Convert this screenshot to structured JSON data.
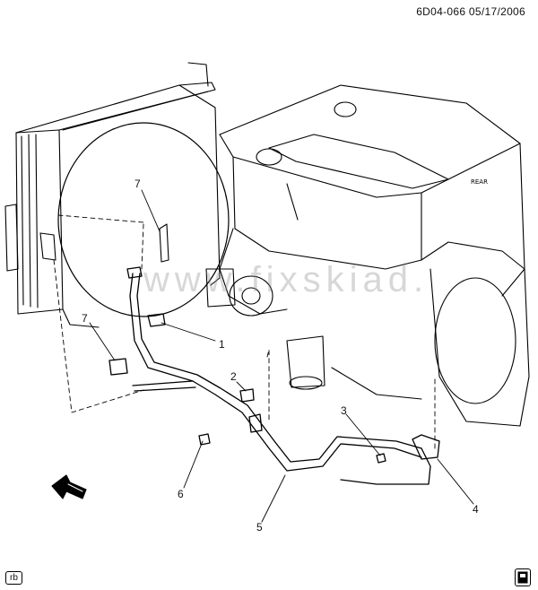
{
  "header": {
    "code": "6D04-066 05/17/2006"
  },
  "watermark": "www.fixskiad.",
  "callouts": [
    {
      "id": "c1",
      "label": "1"
    },
    {
      "id": "c2",
      "label": "2"
    },
    {
      "id": "c3",
      "label": "3"
    },
    {
      "id": "c4",
      "label": "4"
    },
    {
      "id": "c5",
      "label": "5"
    },
    {
      "id": "c6",
      "label": "6"
    },
    {
      "id": "c7a",
      "label": "7"
    },
    {
      "id": "c7b",
      "label": "7"
    }
  ],
  "corner_tag": "rb",
  "icons": {
    "front-arrow": "front-arrow-icon",
    "logo": "service-logo-icon"
  }
}
